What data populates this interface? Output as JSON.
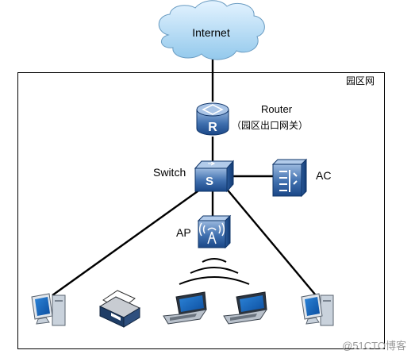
{
  "nodes": {
    "internet": {
      "label": "Internet"
    },
    "campus": {
      "label": "园区网"
    },
    "router": {
      "label": "Router",
      "sublabel": "（园区出口网关）",
      "icon": "router-icon"
    },
    "switch": {
      "label": "Switch",
      "icon": "switch-icon"
    },
    "ac": {
      "label": "AC",
      "icon": "access-controller-icon"
    },
    "ap": {
      "label": "AP",
      "icon": "access-point-icon"
    }
  },
  "endpoints": [
    {
      "type": "desktop",
      "icon": "desktop-computer-icon"
    },
    {
      "type": "printer",
      "icon": "printer-icon"
    },
    {
      "type": "laptop",
      "icon": "laptop-icon"
    },
    {
      "type": "laptop",
      "icon": "laptop-icon"
    },
    {
      "type": "desktop",
      "icon": "desktop-computer-icon"
    }
  ],
  "watermark": "@51CTO博客",
  "colors": {
    "cloud_top": "#dff0ff",
    "cloud_bottom": "#9ccfee",
    "device_top": "#8fb0d8",
    "device_bottom": "#1d4f8f",
    "line": "#000000"
  }
}
